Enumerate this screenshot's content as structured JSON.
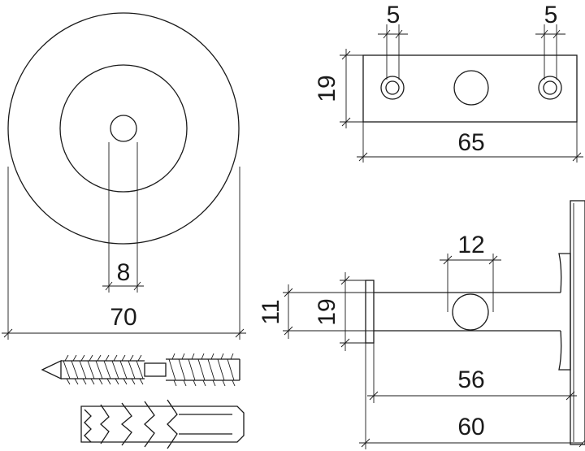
{
  "dimensions": {
    "disc_hole": "8",
    "disc_diameter": "70",
    "plate_hole_left": "5",
    "plate_hole_right": "5",
    "plate_height": "19",
    "plate_width": "65",
    "bar_diameter": "12",
    "rod_height_small": "11",
    "rod_height_large": "19",
    "rod_length_inner": "56",
    "rod_length_total": "60"
  },
  "colors": {
    "line": "#1a1a1a",
    "background": "#ffffff"
  }
}
